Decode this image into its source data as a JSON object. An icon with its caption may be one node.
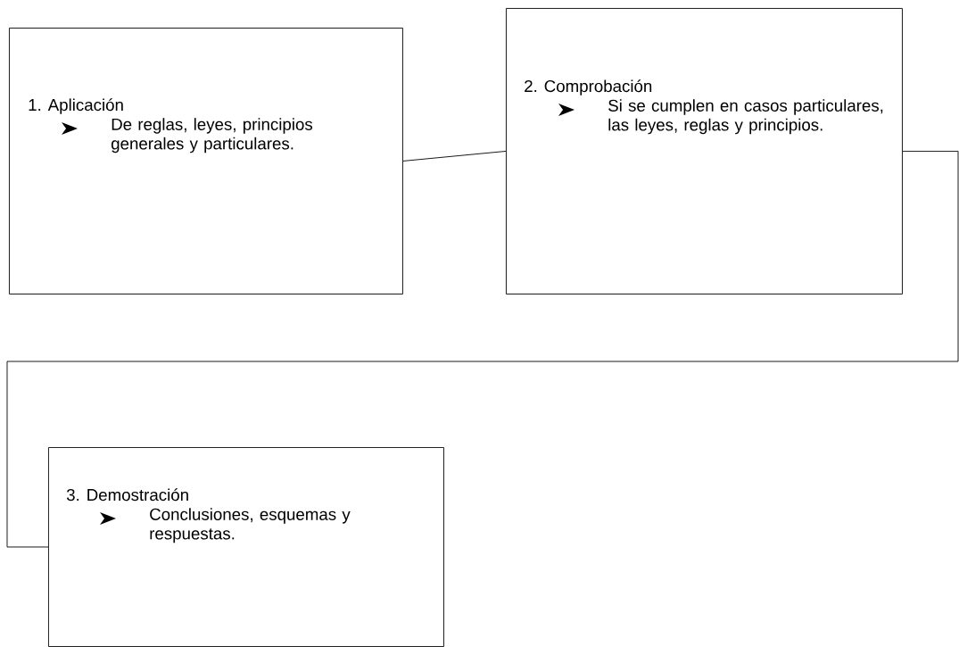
{
  "diagram": {
    "nodes": [
      {
        "text": [
          "1. Aplicación",
          "De reglas, leyes, principios generales y particulares."
        ]
      },
      {
        "text": [
          "2. Comprobación",
          "Si se cumplen en casos particulares, las leyes, reglas y principios."
        ]
      },
      {
        "text": [
          "3. Demostración",
          "Conclusiones, esquemas y respuestas."
        ]
      }
    ],
    "edges": [
      {
        "from": 0,
        "to": 1,
        "arrow": "none"
      },
      {
        "from": 1,
        "to": 2,
        "arrow": "none"
      }
    ]
  }
}
